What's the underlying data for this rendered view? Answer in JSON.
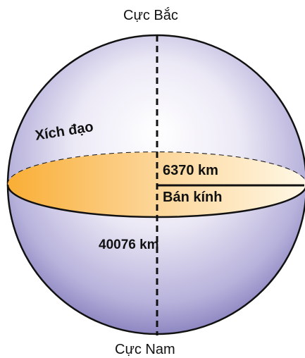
{
  "labels": {
    "north_pole": "Cực Bắc",
    "south_pole": "Cực Nam",
    "equator": "Xích đạo",
    "radius_value": "6370 km",
    "radius_name": "Bán kính",
    "circumference": "40076 km"
  },
  "colors": {
    "sphere_highlight": "#ffffff",
    "sphere_shadow": "#7d76b8",
    "equator_plane_warm": "#f9ae35",
    "equator_plane_light": "#fff8e6",
    "outline": "#111111"
  }
}
